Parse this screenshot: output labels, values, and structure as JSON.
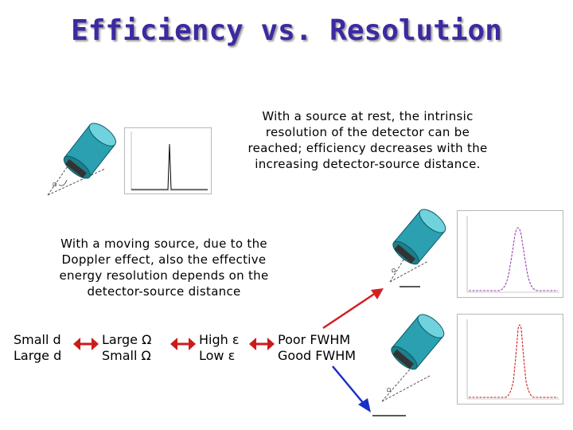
{
  "slide": {
    "title": "Efficiency vs. Resolution",
    "paragraph_rest": "With a source at rest, the intrinsic resolution of the detector can be reached; efficiency decreases with the increasing detector-source distance.",
    "paragraph_moving": "With a moving source, due to the Doppler effect, also the effective energy resolution depends on the detector-source distance"
  },
  "comparison": {
    "distance": [
      "Small d",
      "Large d"
    ],
    "solid_angle": [
      "Large Ω",
      "Small Ω"
    ],
    "efficiency": [
      "High ε",
      "Low ε"
    ],
    "fwhm": [
      "Poor FWHM",
      "Good FWHM"
    ]
  },
  "figure_labels": {
    "omega": "Ω"
  },
  "colors": {
    "title": "#3b2aa0",
    "detector": "#2aa0b0",
    "double_arrow": "#cc1b1b",
    "red_arrow": "#d42020",
    "blue_arrow": "#1c2fc4",
    "peak_rest": "#000000",
    "peak_purple": "#9b3fb0",
    "peak_red": "#d02020"
  }
}
